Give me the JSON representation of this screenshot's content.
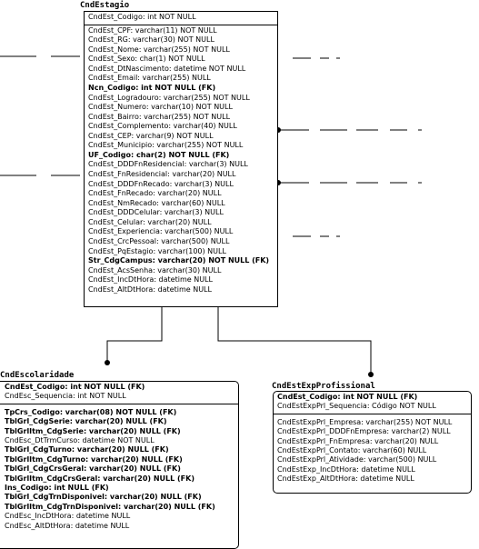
{
  "entities": {
    "cndestagio": {
      "name": "CndEstagio",
      "keys": [
        {
          "text": "CndEst_Codigo: int NOT NULL",
          "bold": false
        }
      ],
      "attributes": [
        {
          "text": "CndEst_CPF: varchar(11) NOT NULL",
          "bold": false
        },
        {
          "text": "CndEst_RG: varchar(30) NOT NULL",
          "bold": false
        },
        {
          "text": "CndEst_Nome: varchar(255) NOT NULL",
          "bold": false
        },
        {
          "text": "CndEst_Sexo: char(1) NOT NULL",
          "bold": false
        },
        {
          "text": "CndEst_DtNascimento: datetime NOT NULL",
          "bold": false
        },
        {
          "text": "CndEst_Email: varchar(255) NULL",
          "bold": false
        },
        {
          "text": "Ncn_Codigo: int NOT NULL (FK)",
          "bold": true
        },
        {
          "text": "CndEst_Logradouro: varchar(255) NOT NULL",
          "bold": false
        },
        {
          "text": "CndEst_Numero: varchar(10) NOT NULL",
          "bold": false
        },
        {
          "text": "CndEst_Bairro: varchar(255) NOT NULL",
          "bold": false
        },
        {
          "text": "CndEst_Complemento: varchar(40) NULL",
          "bold": false
        },
        {
          "text": "CndEst_CEP: varchar(9) NOT NULL",
          "bold": false
        },
        {
          "text": "CndEst_Municipio: varchar(255) NOT NULL",
          "bold": false
        },
        {
          "text": "UF_Codigo: char(2) NOT NULL (FK)",
          "bold": true
        },
        {
          "text": "CndEst_DDDFnResidencial: varchar(3) NULL",
          "bold": false
        },
        {
          "text": "CndEst_FnResidencial: varchar(20) NULL",
          "bold": false
        },
        {
          "text": "CndEst_DDDFnRecado: varchar(3) NULL",
          "bold": false
        },
        {
          "text": "CndEst_FnRecado: varchar(20) NULL",
          "bold": false
        },
        {
          "text": "CndEst_NmRecado: varchar(60) NULL",
          "bold": false
        },
        {
          "text": "CndEst_DDDCelular: varchar(3) NULL",
          "bold": false
        },
        {
          "text": "CndEst_Celular: varchar(20) NULL",
          "bold": false
        },
        {
          "text": "CndEst_Experiencia: varchar(500) NULL",
          "bold": false
        },
        {
          "text": "CndEst_CrcPessoal: varchar(500) NULL",
          "bold": false
        },
        {
          "text": "CndEst_PqEstagio: varchar(100) NULL",
          "bold": false
        },
        {
          "text": "Str_CdgCampus: varchar(20) NOT NULL (FK)",
          "bold": true
        },
        {
          "text": "CndEst_AcsSenha: varchar(30) NULL",
          "bold": false
        },
        {
          "text": "CndEst_IncDtHora: datetime NULL",
          "bold": false
        },
        {
          "text": "CndEst_AltDtHora: datetime NULL",
          "bold": false
        }
      ]
    },
    "cndescolaridade": {
      "name": "CndEscolaridade",
      "keys": [
        {
          "text": "CndEst_Codigo: int NOT NULL (FK)",
          "bold": true
        },
        {
          "text": "CndEsc_Sequencia: int NOT NULL",
          "bold": false
        }
      ],
      "attributes": [
        {
          "text": "TpCrs_Codigo: varchar(08) NOT NULL (FK)",
          "bold": true
        },
        {
          "text": "TblGrl_CdgSerie: varchar(20) NULL (FK)",
          "bold": true
        },
        {
          "text": "TblGrlItm_CdgSerie: varchar(20) NULL (FK)",
          "bold": true
        },
        {
          "text": "CndEsc_DtTrmCurso: datetime NOT NULL",
          "bold": false
        },
        {
          "text": "TblGrl_CdgTurno: varchar(20) NULL (FK)",
          "bold": true
        },
        {
          "text": "TblGrlItm_CdgTurno: varchar(20) NULL (FK)",
          "bold": true
        },
        {
          "text": "TblGrl_CdgCrsGeral: varchar(20) NULL (FK)",
          "bold": true
        },
        {
          "text": "TblGrlItm_CdgCrsGeral: varchar(20) NULL (FK)",
          "bold": true
        },
        {
          "text": "Ins_Codigo: int NULL (FK)",
          "bold": true
        },
        {
          "text": "TblGrl_CdgTrnDisponivel: varchar(20) NULL (FK)",
          "bold": true
        },
        {
          "text": "TblGrlItm_CdgTrnDisponivel: varchar(20) NULL (FK)",
          "bold": true
        },
        {
          "text": "CndEsc_IncDtHora: datetime NULL",
          "bold": false
        },
        {
          "text": "CndEsc_AltDtHora: datetime NULL",
          "bold": false
        }
      ]
    },
    "cndestexpprofissional": {
      "name": "CndEstExpProfissional",
      "keys": [
        {
          "text": "CndEst_Codigo: int NOT NULL (FK)",
          "bold": true
        },
        {
          "text": "CndEstExpPrl_Sequencia: Código NOT NULL",
          "bold": false
        }
      ],
      "attributes": [
        {
          "text": "CndEstExpPrl_Empresa: varchar(255) NOT NULL",
          "bold": false
        },
        {
          "text": "CndEstExpPrl_DDDFnEmpresa: varchar(2) NULL",
          "bold": false
        },
        {
          "text": "CndEstExpPrl_FnEmpresa: varchar(20) NULL",
          "bold": false
        },
        {
          "text": "CndEstExpPrl_Contato: varchar(60) NULL",
          "bold": false
        },
        {
          "text": "CndEstExpPrl_Atividade: varchar(500) NULL",
          "bold": false
        },
        {
          "text": "CndEstExp_IncDtHora: datetime NULL",
          "bold": false
        },
        {
          "text": "CndEstExp_AltDtHora: datetime NULL",
          "bold": false
        }
      ]
    }
  }
}
